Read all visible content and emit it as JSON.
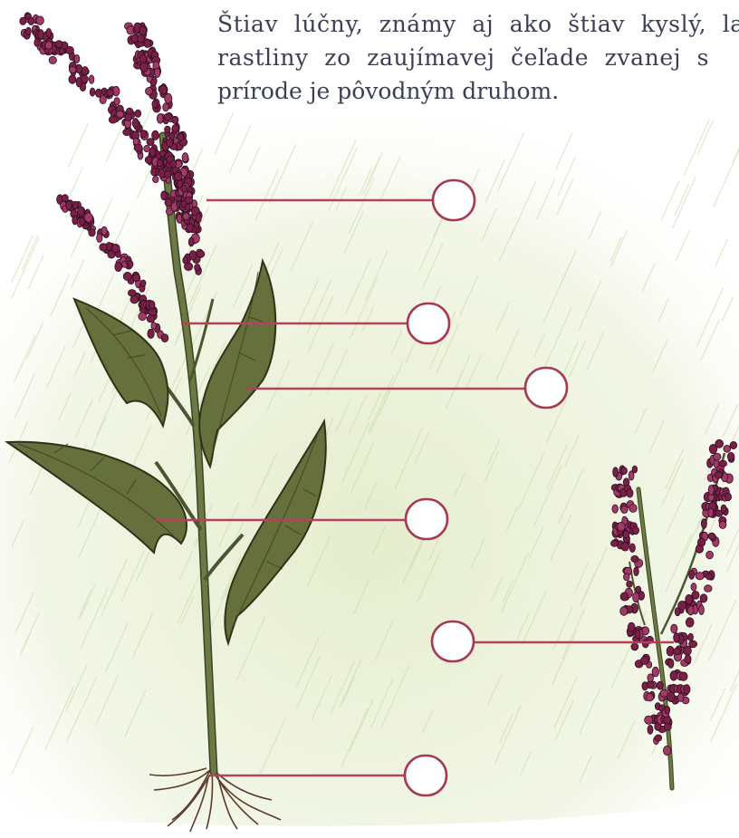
{
  "intro": {
    "line1": "Štiav lúčny, známy aj ako štiav kyslý, lati",
    "line2": "rastliny zo zaujímavej čeľade zvanej s",
    "line3": "prírode je pôvodným druhom."
  },
  "colors": {
    "text": "#3b3f55",
    "leader_line": "#b8405c",
    "bubble_stroke": "#a63a55",
    "bubble_fill": "#ffffff",
    "leaf": "#66703c",
    "leaf_dark": "#3d4424",
    "stem": "#6b7a45",
    "seed": "#7a1f45",
    "root": "#5a3a28",
    "grass_wash": "#e8efd2"
  },
  "labels": [
    {
      "name": "blank-label-flower-cluster",
      "value": ""
    },
    {
      "name": "blank-label-stem",
      "value": ""
    },
    {
      "name": "blank-label-upper-leaf",
      "value": ""
    },
    {
      "name": "blank-label-lower-leaf",
      "value": ""
    },
    {
      "name": "blank-label-fruit-cluster",
      "value": ""
    },
    {
      "name": "blank-label-root",
      "value": ""
    }
  ]
}
